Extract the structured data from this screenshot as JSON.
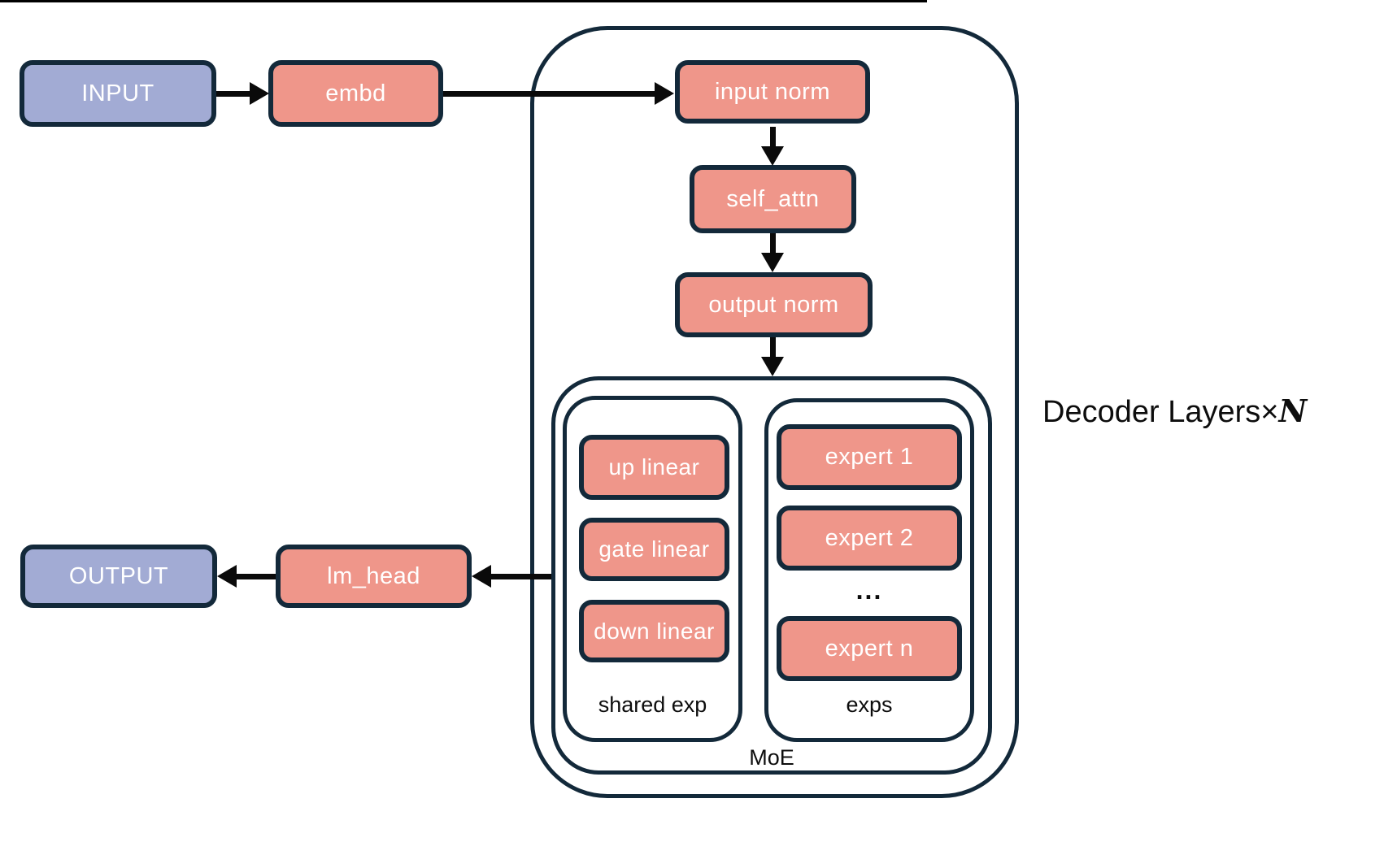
{
  "diagram": {
    "nodes": {
      "input": "INPUT",
      "embd": "embd",
      "input_norm": "input norm",
      "self_attn": "self_attn",
      "output_norm": "output norm",
      "up_linear": "up linear",
      "gate_linear": "gate linear",
      "down_linear": "down linear",
      "expert_1": "expert 1",
      "expert_2": "expert 2",
      "expert_ellipsis": "...",
      "expert_n": "expert n",
      "lm_head": "lm_head",
      "output": "OUTPUT"
    },
    "labels": {
      "shared_exp": "shared exp",
      "exps": "exps",
      "moe": "MoE",
      "decoder_layers": "Decoder Layers×",
      "decoder_layers_n": "N"
    },
    "colors": {
      "io_fill": "#a2abd4",
      "module_fill": "#ef968a",
      "border": "#13293a",
      "arrow": "#0a0a0a",
      "node_text": "#ffffff",
      "label_text": "#0d0d0d"
    }
  }
}
